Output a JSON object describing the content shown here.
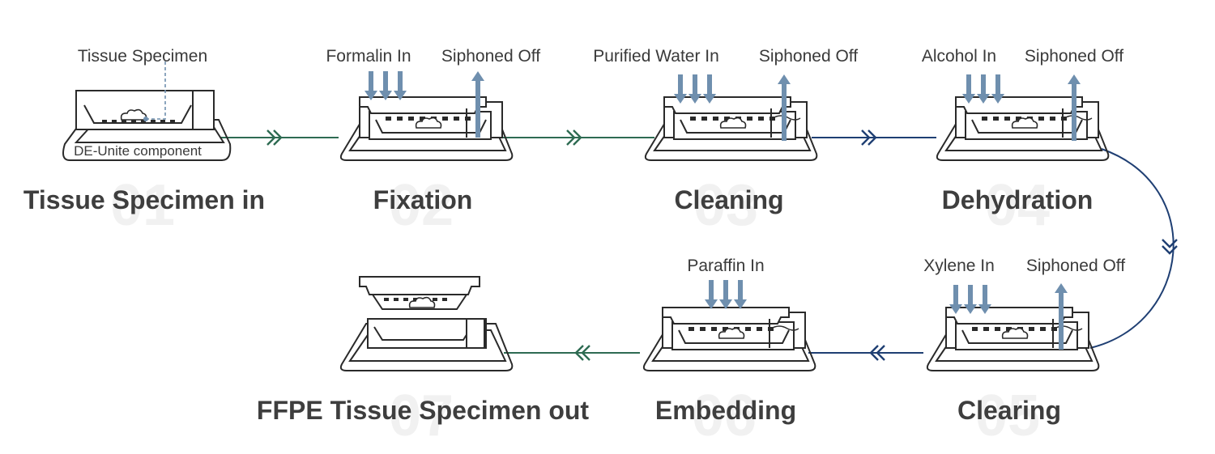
{
  "steps": [
    {
      "num": "01",
      "title": "Tissue Specimen in"
    },
    {
      "num": "02",
      "title": "Fixation"
    },
    {
      "num": "03",
      "title": "Cleaning"
    },
    {
      "num": "04",
      "title": "Dehydration"
    },
    {
      "num": "05",
      "title": "Clearing"
    },
    {
      "num": "06",
      "title": "Embedding"
    },
    {
      "num": "07",
      "title": "FFPE Tissue Specimen out"
    }
  ],
  "labels": {
    "tissue_specimen": "Tissue Specimen",
    "component": "DE-Unite component",
    "formalin_in": "Formalin In",
    "purified_water_in": "Purified Water In",
    "alcohol_in": "Alcohol In",
    "xylene_in": "Xylene In",
    "paraffin_in": "Paraffin In",
    "siphoned_off_02": "Siphoned Off",
    "siphoned_off_03": "Siphoned Off",
    "siphoned_off_04": "Siphoned Off",
    "siphoned_off_05": "Siphoned Off"
  },
  "colors": {
    "connector_green": "#2e6b52",
    "connector_navy": "#1f3f73",
    "flow_arrow": "#6f8fae",
    "number_watermark": "#f1f1f1",
    "title_text": "#3e3e3e"
  }
}
